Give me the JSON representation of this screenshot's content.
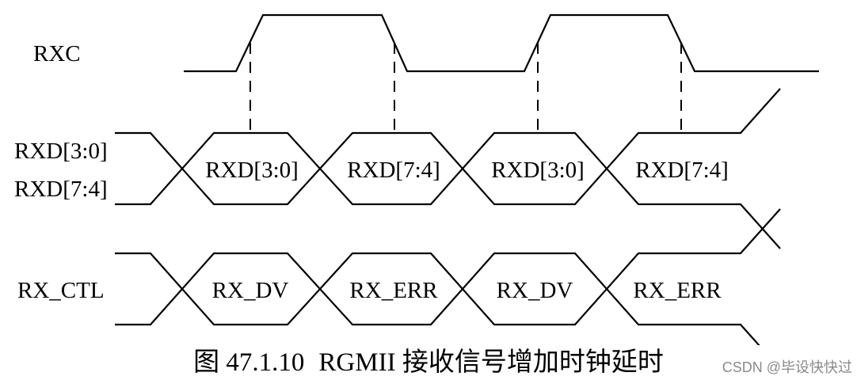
{
  "signals": [
    {
      "id": "rxc",
      "label_lines": [
        "RXC"
      ]
    },
    {
      "id": "rxd",
      "label_lines": [
        "RXD[3:0]",
        "RXD[7:4]"
      ]
    },
    {
      "id": "rx_ctl",
      "label_lines": [
        "RX_CTL"
      ]
    }
  ],
  "rxd_segments": [
    "RXD[3:0]",
    "RXD[7:4]",
    "RXD[3:0]",
    "RXD[7:4]"
  ],
  "rx_ctl_segments": [
    "RX_DV",
    "RX_ERR",
    "RX_DV",
    "RX_ERR"
  ],
  "caption": {
    "figure_number": "图 47.1.10",
    "text": "RGMII 接收信号增加时钟延时"
  },
  "watermark": "CSDN @毕设快快过",
  "clock_edges": [
    "rising",
    "falling",
    "rising",
    "falling"
  ]
}
